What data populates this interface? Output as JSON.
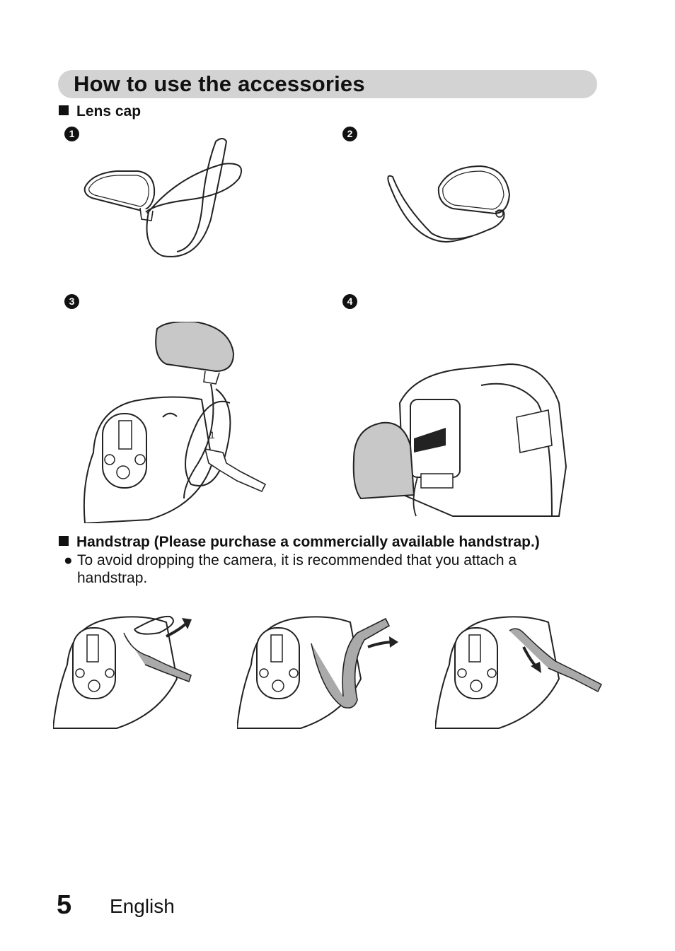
{
  "section": {
    "title": "How to use the accessories"
  },
  "lens_cap": {
    "heading": "Lens cap",
    "steps": [
      "1",
      "2",
      "3",
      "4"
    ]
  },
  "handstrap": {
    "heading": "Handstrap (Please purchase a commercially available handstrap.)",
    "bullet": "To avoid dropping the camera, it is recommended that you attach a handstrap.",
    "bullet_symbol": "●"
  },
  "camera_mark": "1",
  "footer": {
    "page_number": "5",
    "language": "English"
  },
  "colors": {
    "title_bar": "#d3d3d3",
    "text": "#111111",
    "lens_cap_fill": "#c8c8c8",
    "strap_fill": "#a8a8a8"
  }
}
